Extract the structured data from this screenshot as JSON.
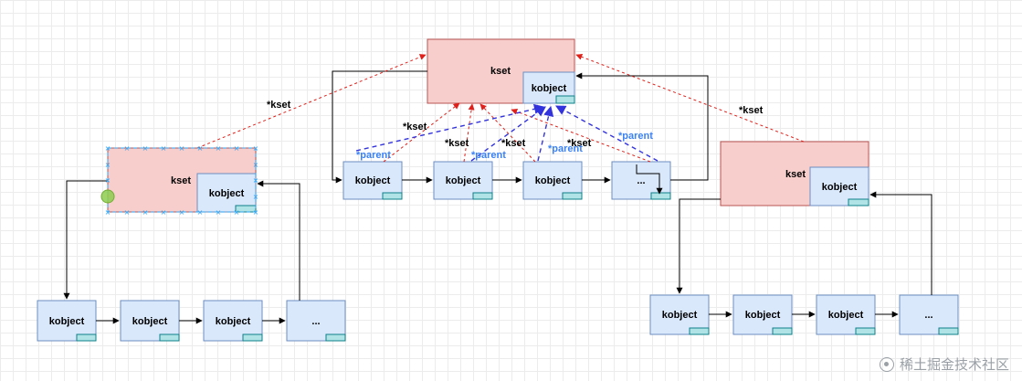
{
  "diagram": {
    "labels": {
      "kset": "kset",
      "kobject": "kobject",
      "ellipsis": "...",
      "kset_ptr": "*kset",
      "parent_ptr": "*parent"
    },
    "colors": {
      "kset_fill": "#f8cecc",
      "kset_stroke": "#b85450",
      "kobject_fill": "#dae8fc",
      "kobject_stroke": "#6c8ebf",
      "tab_fill": "#b0e3e6",
      "tab_stroke": "#0e8088",
      "kset_arrow": "#e0201a",
      "parent_arrow": "#3333dd",
      "parent_text": "#3b82f6",
      "edge": "#000000",
      "selection": "#29a3f5",
      "handle": "#8dcc4e"
    }
  },
  "watermark": {
    "text": "稀土掘金技术社区"
  }
}
